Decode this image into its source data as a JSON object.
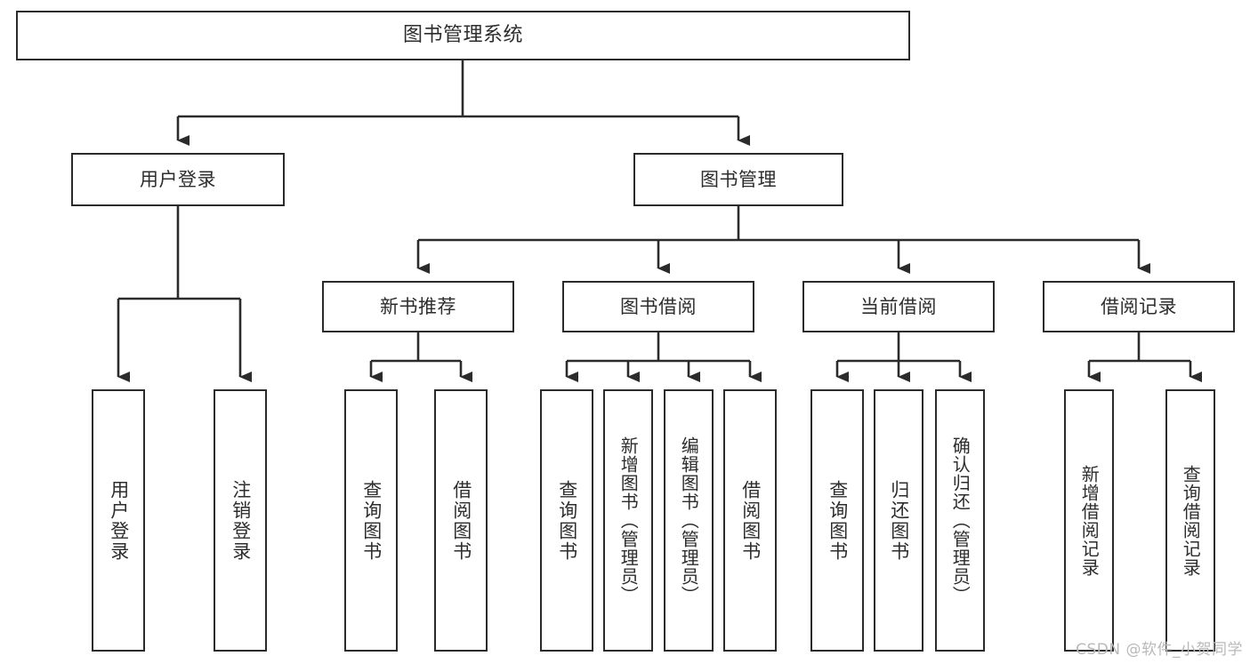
{
  "diagram": {
    "title": "图书管理系统",
    "type": "tree",
    "stroke_color": "#2b2b2b",
    "text_color": "#2d2d2d",
    "background_color": "#ffffff",
    "watermark": "CSDN @软件_小贺同学",
    "nodes": {
      "root": "图书管理系统",
      "level2": [
        "用户登录",
        "图书管理"
      ],
      "level3": [
        "新书推荐",
        "图书借阅",
        "当前借阅",
        "借阅记录"
      ],
      "leaves": {
        "user_login": [
          "用户登录",
          "注销登录"
        ],
        "new_book_recommend": [
          "查询图书",
          "借阅图书"
        ],
        "book_borrow": [
          "查询图书",
          "新增图书（管理员）",
          "编辑图书（管理员）",
          "借阅图书"
        ],
        "current_borrow": [
          "查询图书",
          "归还图书",
          "确认归还（管理员）"
        ],
        "borrow_record": [
          "新增借阅记录",
          "查询借阅记录"
        ]
      }
    }
  }
}
